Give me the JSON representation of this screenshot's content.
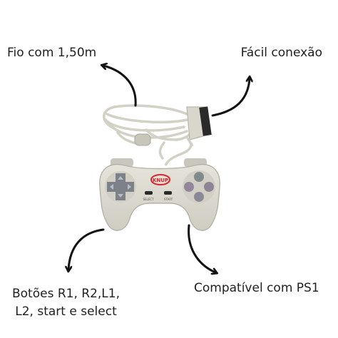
{
  "labels": {
    "cable": "Fio com 1,50m",
    "connection": "Fácil conexão",
    "buttons_line1": "Botões R1, R2,L1,",
    "buttons_line2": "L2, start e select",
    "compatible": "Compatível com PS1"
  },
  "controller": {
    "logo": "KNUP",
    "select_label": "SELECT",
    "start_label": "START"
  },
  "colors": {
    "body": "#dcdad0",
    "cable": "#d5d3c8",
    "arrow": "#111111",
    "dpad": "#7c8088",
    "face_buttons": "#8a8590",
    "logo_red": "#d8262c"
  }
}
